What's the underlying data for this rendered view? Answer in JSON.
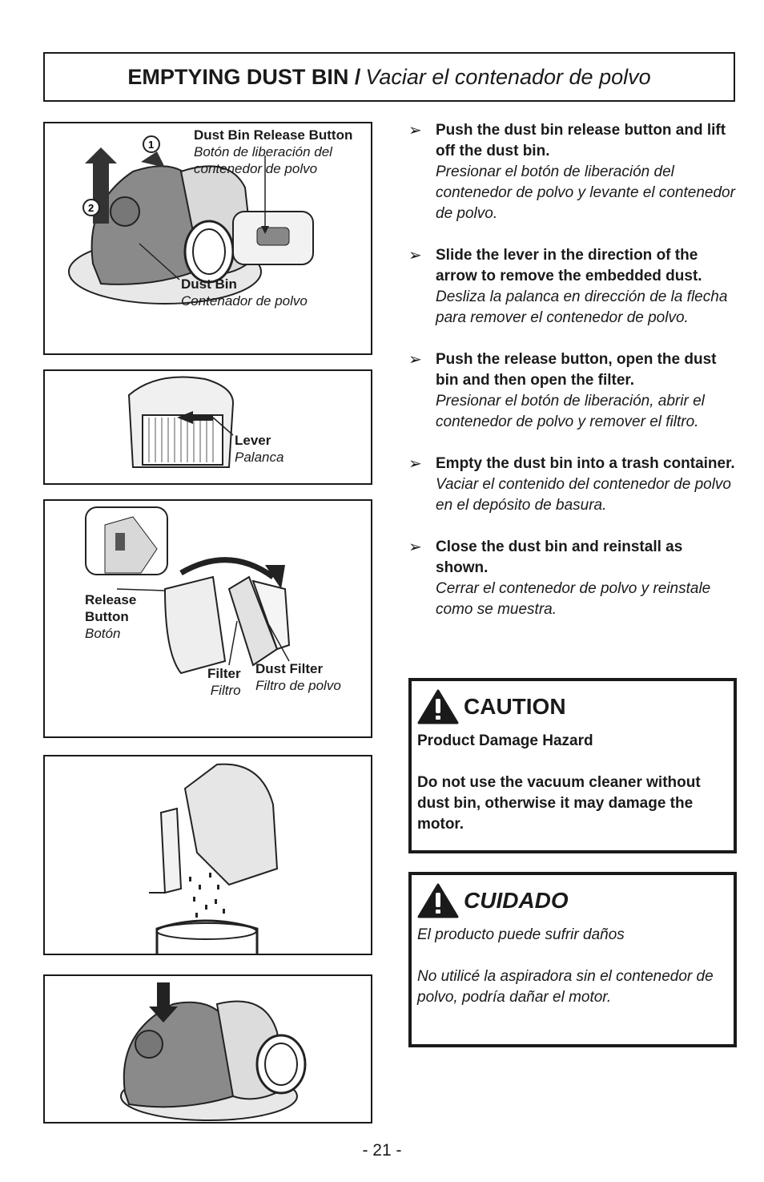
{
  "header": {
    "title_en": "EMPTYING DUST BIN / ",
    "title_es": "Vaciar el contenador de polvo"
  },
  "figures": {
    "fig1": {
      "release_en": "Dust Bin Release Button",
      "release_es": "Botón de liberación del contenedor de polvo",
      "bin_en": "Dust Bin",
      "bin_es": "Contenador de polvo",
      "callout_1": "1",
      "callout_2": "2"
    },
    "fig2": {
      "lever_en": "Lever",
      "lever_es": "Palanca"
    },
    "fig3": {
      "release_en": "Release Button",
      "release_es": "Botón",
      "filter_en": "Filter",
      "filter_es": "Filtro",
      "dustfilter_en": "Dust Filter",
      "dustfilter_es": "Filtro de polvo"
    }
  },
  "steps": [
    {
      "en": "Push the dust bin release button and lift off the dust bin.",
      "es": "Presionar el botón de liberación del contenedor de polvo y levante el contenedor de polvo."
    },
    {
      "en": "Slide the lever in the direction of the arrow to remove the embedded dust.",
      "es": "Desliza la palanca en dirección de la flecha para remover el contenedor de polvo."
    },
    {
      "en": "Push the release button, open the dust bin and then open the filter.",
      "es": "Presionar el botón de liberación, abrir el contenedor de polvo y remover el filtro."
    },
    {
      "en": "Empty the dust bin into a trash container.",
      "es": "Vaciar el contenido del contenedor de polvo en el depósito de basura."
    },
    {
      "en": "Close the dust bin and reinstall as shown.",
      "es": "Cerrar el contenedor de polvo y reinstale como se muestra."
    }
  ],
  "bullet": "➢",
  "caution": {
    "title": "CAUTION",
    "subtitle": "Product Damage Hazard",
    "text": "Do not use the vacuum cleaner without dust bin, otherwise it may damage the motor."
  },
  "cuidado": {
    "title": "CUIDADO",
    "subtitle": "El producto puede sufrir daños",
    "text": "No utilicé la aspiradora sin el contenedor de polvo, podría dañar el motor."
  },
  "page_number": "- 21 -"
}
